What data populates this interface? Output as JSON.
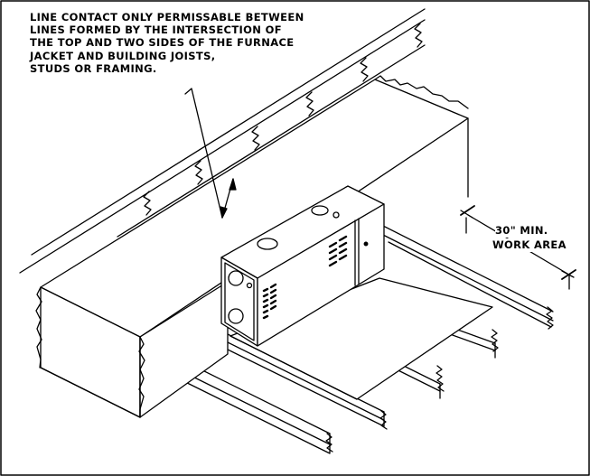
{
  "callout": {
    "lines": [
      "LINE CONTACT ONLY PERMISSABLE BETWEEN",
      "LINES FORMED BY THE INTERSECTION OF",
      "THE TOP AND TWO SIDES OF THE FURNACE",
      "JACKET AND BUILDING JOISTS,",
      "STUDS OR FRAMING."
    ]
  },
  "dimension": {
    "line1": "30\" MIN.",
    "line2": "WORK AREA"
  },
  "colors": {
    "ink": "#000000",
    "paper": "#ffffff"
  }
}
